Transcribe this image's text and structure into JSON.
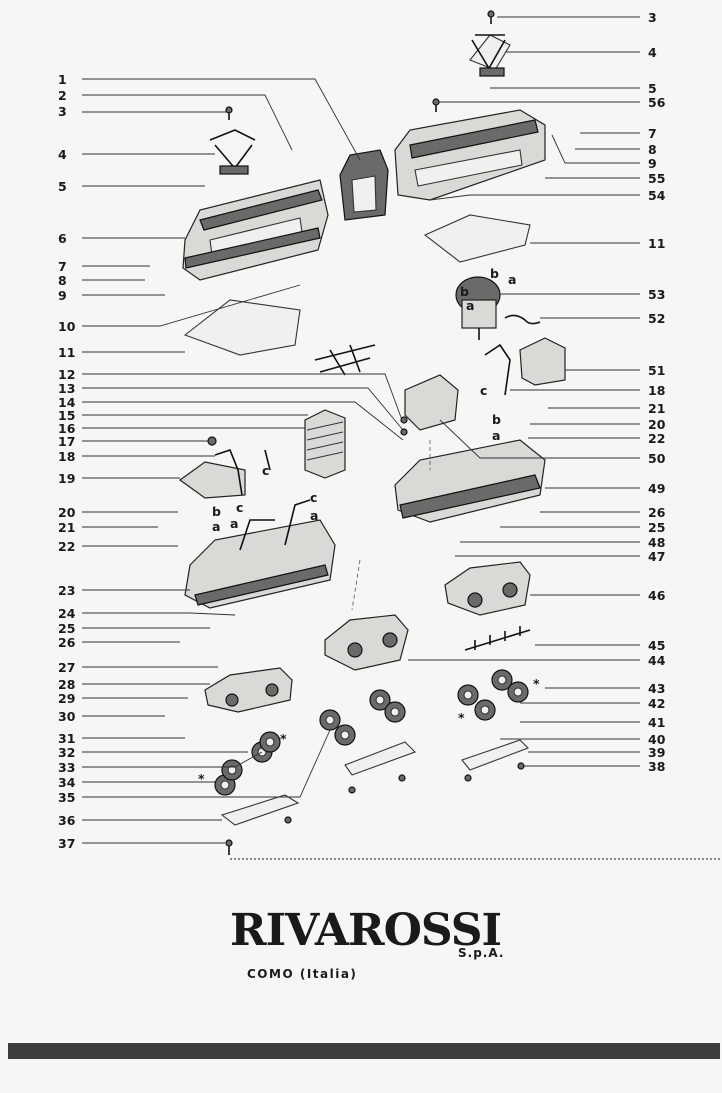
{
  "callouts_left": [
    "1",
    "2",
    "3",
    "4",
    "5",
    "6",
    "7",
    "8",
    "9",
    "10",
    "11",
    "12",
    "13",
    "14",
    "15",
    "16",
    "17",
    "18",
    "19",
    "20",
    "21",
    "22",
    "23",
    "24",
    "25",
    "26",
    "27",
    "28",
    "29",
    "30",
    "31",
    "32",
    "33",
    "34",
    "35",
    "36",
    "37"
  ],
  "callouts_right": [
    "3",
    "4",
    "5",
    "56",
    "7",
    "8",
    "9",
    "55",
    "54",
    "11",
    "53",
    "52",
    "51",
    "18",
    "21",
    "20",
    "22",
    "50",
    "49",
    "26",
    "25",
    "48",
    "47",
    "46",
    "45",
    "44",
    "43",
    "42",
    "41",
    "40",
    "39",
    "38"
  ],
  "wire_letters": [
    "a",
    "b",
    "c"
  ],
  "star_mark": "*",
  "brand": {
    "name": "RIVAROSSI",
    "suffix": "S.p.A.",
    "city": "COMO (Italia)"
  }
}
